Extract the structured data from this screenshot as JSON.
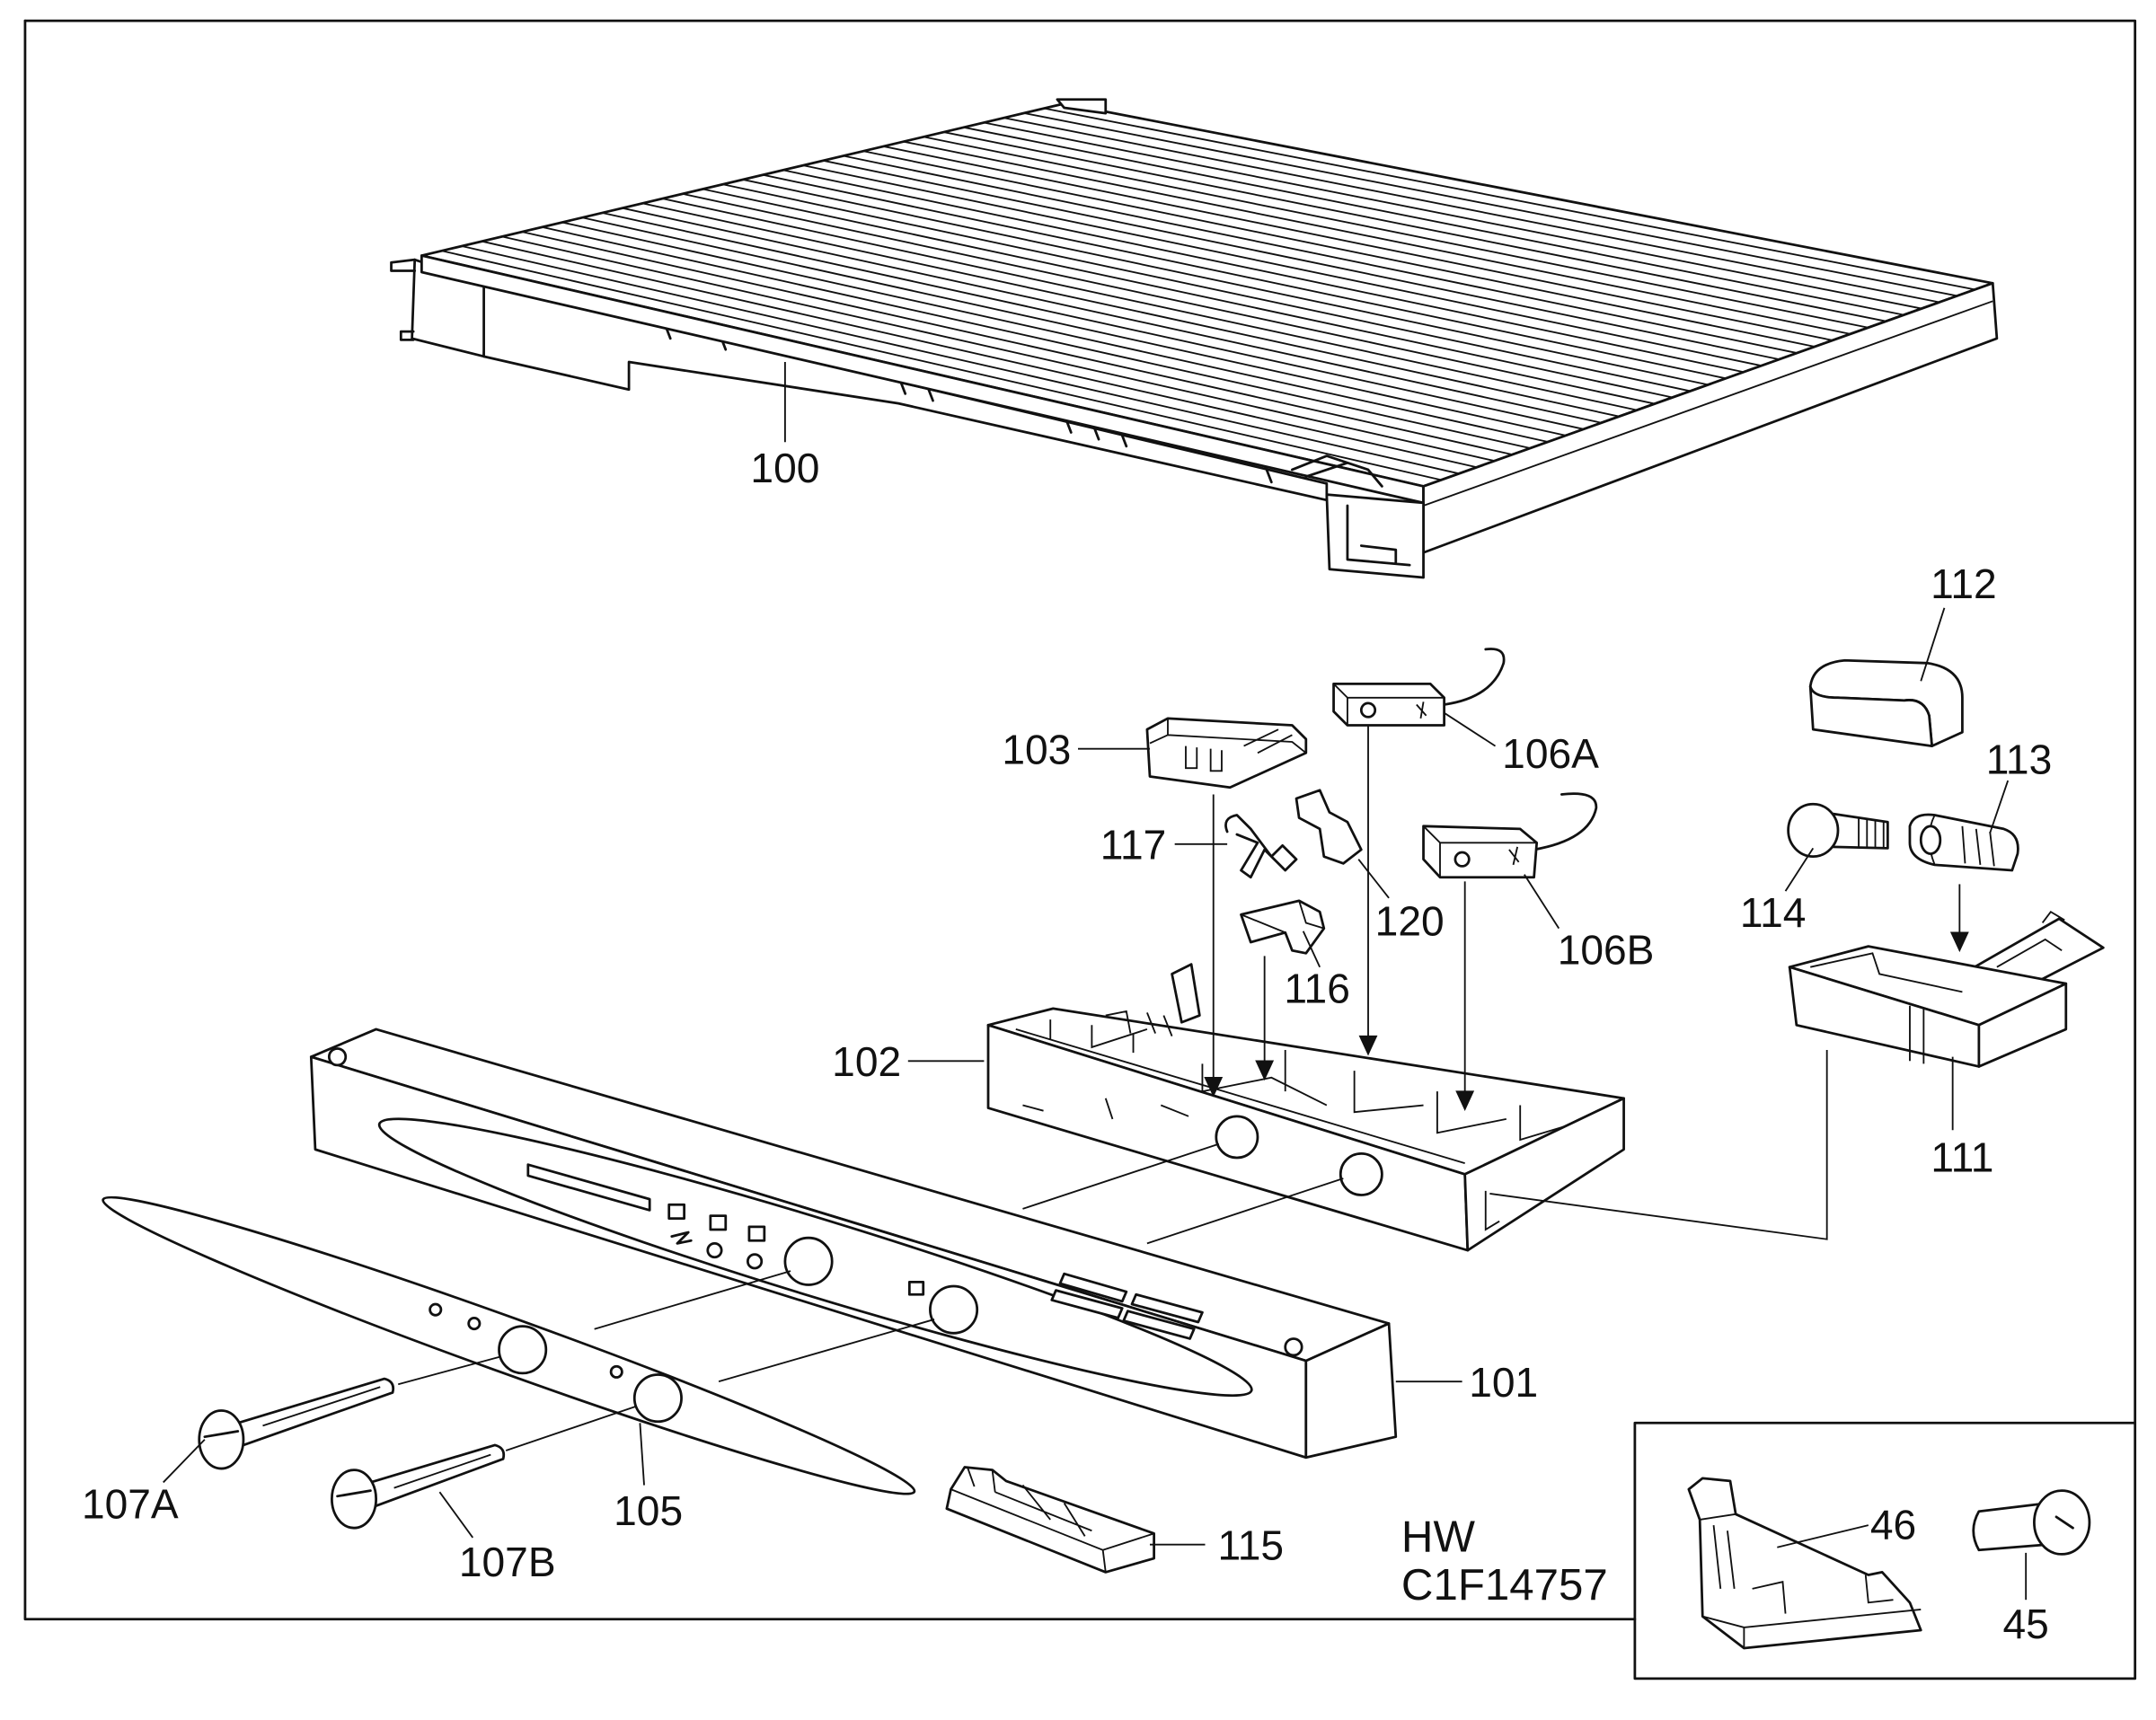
{
  "labels": {
    "p100": "100",
    "p101": "101",
    "p102": "102",
    "p103": "103",
    "p105": "105",
    "p106a": "106A",
    "p106b": "106B",
    "p107a": "107A",
    "p107b": "107B",
    "p111": "111",
    "p112": "112",
    "p113": "113",
    "p114": "114",
    "p115": "115",
    "p116": "116",
    "p117": "117",
    "p120": "120"
  },
  "drawing_code": {
    "line1": "HW",
    "line2": "C1F14757"
  },
  "inset_labels": {
    "p46": "46",
    "p45": "45"
  }
}
